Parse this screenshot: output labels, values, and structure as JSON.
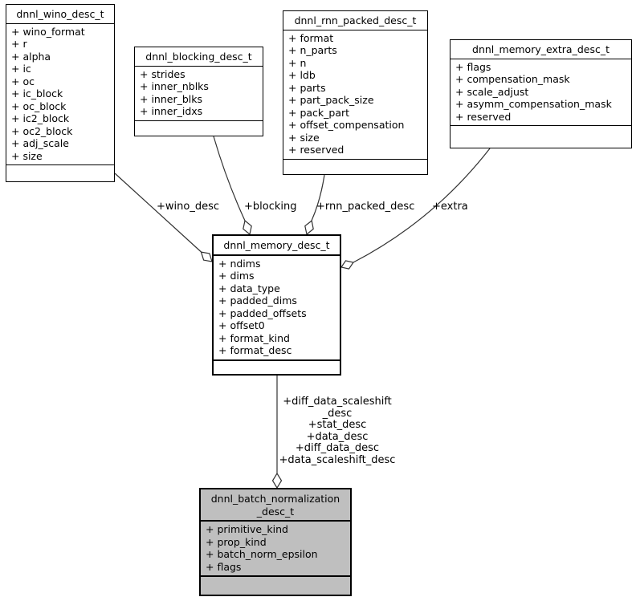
{
  "classes": {
    "wino": {
      "title": "dnnl_wino_desc_t",
      "fields": [
        "+ wino_format",
        "+ r",
        "+ alpha",
        "+ ic",
        "+ oc",
        "+ ic_block",
        "+ oc_block",
        "+ ic2_block",
        "+ oc2_block",
        "+ adj_scale",
        "+ size"
      ]
    },
    "blocking": {
      "title": "dnnl_blocking_desc_t",
      "fields": [
        "+ strides",
        "+ inner_nblks",
        "+ inner_blks",
        "+ inner_idxs"
      ]
    },
    "rnn_packed": {
      "title": "dnnl_rnn_packed_desc_t",
      "fields": [
        "+ format",
        "+ n_parts",
        "+ n",
        "+ ldb",
        "+ parts",
        "+ part_pack_size",
        "+ pack_part",
        "+ offset_compensation",
        "+ size",
        "+ reserved"
      ]
    },
    "memory_extra": {
      "title": "dnnl_memory_extra_desc_t",
      "fields": [
        "+ flags",
        "+ compensation_mask",
        "+ scale_adjust",
        "+ asymm_compensation_mask",
        "+ reserved"
      ]
    },
    "memory": {
      "title": "dnnl_memory_desc_t",
      "fields": [
        "+ ndims",
        "+ dims",
        "+ data_type",
        "+ padded_dims",
        "+ padded_offsets",
        "+ offset0",
        "+ format_kind",
        "+ format_desc"
      ]
    },
    "batch_normalization": {
      "title_lines": [
        "dnnl_batch_normalization",
        "_desc_t"
      ],
      "fields": [
        "+ primitive_kind",
        "+ prop_kind",
        "+ batch_norm_epsilon",
        "+ flags"
      ]
    }
  },
  "edges": {
    "wino": {
      "label": "+wino_desc"
    },
    "blocking": {
      "label": "+blocking"
    },
    "rnn_packed": {
      "label": "+rnn_packed_desc"
    },
    "extra": {
      "label": "+extra"
    },
    "batch_normalization": {
      "label_lines": [
        "+diff_data_scaleshift",
        "_desc",
        "+stat_desc",
        "+data_desc",
        "+diff_data_desc",
        "+data_scaleshift_desc"
      ]
    }
  },
  "colors": {
    "node_fill": "#ffffff",
    "focused_node_fill": "#bfbfbf",
    "node_border": "#000000",
    "edge_line": "#323232",
    "text": "#000000",
    "canvas_background": "#ffffff"
  }
}
